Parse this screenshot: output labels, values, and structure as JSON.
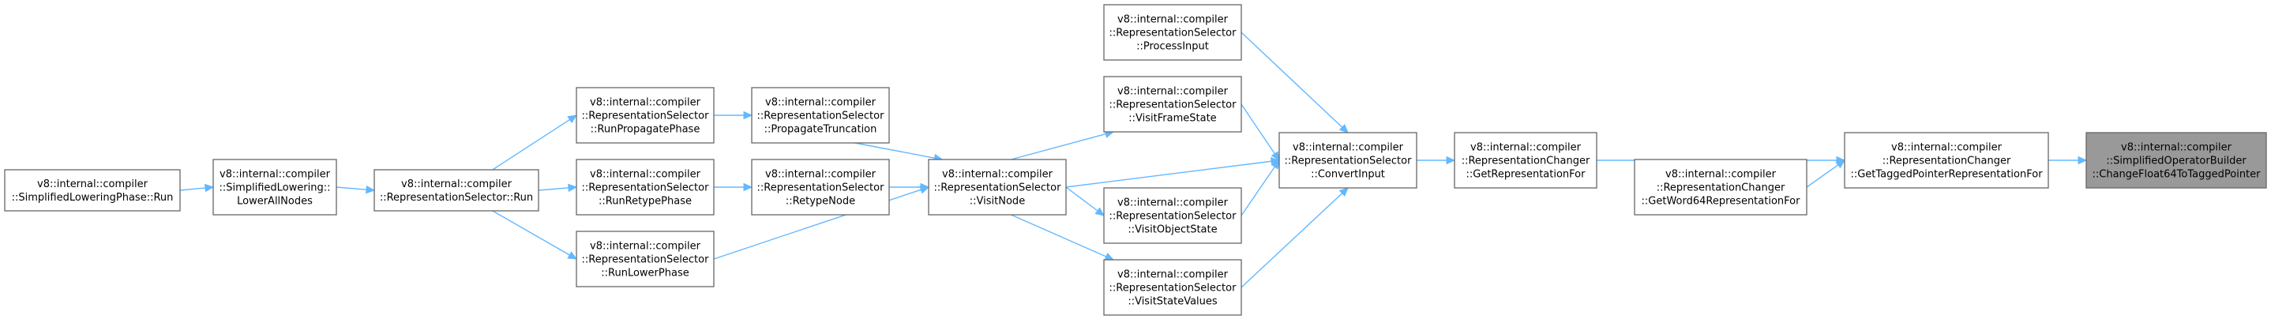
{
  "graph": {
    "type": "call-graph",
    "colors": {
      "edge": "#63b8ff",
      "node_border": "#666666",
      "node_fill": "#ffffff",
      "highlight_fill": "#999999"
    },
    "nodes": [
      {
        "id": "n0",
        "lines": [
          "v8::internal::compiler",
          "::SimplifiedLoweringPhase::Run"
        ]
      },
      {
        "id": "n1",
        "lines": [
          "v8::internal::compiler",
          "::SimplifiedLowering::",
          "LowerAllNodes"
        ]
      },
      {
        "id": "n2",
        "lines": [
          "v8::internal::compiler",
          "::RepresentationSelector::Run"
        ]
      },
      {
        "id": "n3",
        "lines": [
          "v8::internal::compiler",
          "::RepresentationSelector",
          "::RunPropagatePhase"
        ]
      },
      {
        "id": "n4",
        "lines": [
          "v8::internal::compiler",
          "::RepresentationSelector",
          "::RunRetypePhase"
        ]
      },
      {
        "id": "n5",
        "lines": [
          "v8::internal::compiler",
          "::RepresentationSelector",
          "::RunLowerPhase"
        ]
      },
      {
        "id": "n6",
        "lines": [
          "v8::internal::compiler",
          "::RepresentationSelector",
          "::PropagateTruncation"
        ]
      },
      {
        "id": "n7",
        "lines": [
          "v8::internal::compiler",
          "::RepresentationSelector",
          "::RetypeNode"
        ]
      },
      {
        "id": "n8",
        "lines": [
          "v8::internal::compiler",
          "::RepresentationSelector",
          "::VisitNode"
        ]
      },
      {
        "id": "n9",
        "lines": [
          "v8::internal::compiler",
          "::RepresentationSelector",
          "::ProcessInput"
        ]
      },
      {
        "id": "n10",
        "lines": [
          "v8::internal::compiler",
          "::RepresentationSelector",
          "::VisitFrameState"
        ]
      },
      {
        "id": "n11",
        "lines": [
          "v8::internal::compiler",
          "::RepresentationSelector",
          "::VisitObjectState"
        ]
      },
      {
        "id": "n12",
        "lines": [
          "v8::internal::compiler",
          "::RepresentationSelector",
          "::VisitStateValues"
        ]
      },
      {
        "id": "n13",
        "lines": [
          "v8::internal::compiler",
          "::RepresentationSelector",
          "::ConvertInput"
        ]
      },
      {
        "id": "n14",
        "lines": [
          "v8::internal::compiler",
          "::RepresentationChanger",
          "::GetRepresentationFor"
        ]
      },
      {
        "id": "n15",
        "lines": [
          "v8::internal::compiler",
          "::RepresentationChanger",
          "::GetWord64RepresentationFor"
        ]
      },
      {
        "id": "n16",
        "lines": [
          "v8::internal::compiler",
          "::RepresentationChanger",
          "::GetTaggedPointerRepresentationFor"
        ]
      },
      {
        "id": "n17",
        "lines": [
          "v8::internal::compiler",
          "::SimplifiedOperatorBuilder",
          "::ChangeFloat64ToTaggedPointer"
        ],
        "highlighted": true
      }
    ],
    "edges": [
      {
        "from": "n0",
        "to": "n1"
      },
      {
        "from": "n1",
        "to": "n2"
      },
      {
        "from": "n2",
        "to": "n3"
      },
      {
        "from": "n2",
        "to": "n4"
      },
      {
        "from": "n2",
        "to": "n5"
      },
      {
        "from": "n3",
        "to": "n6"
      },
      {
        "from": "n4",
        "to": "n7"
      },
      {
        "from": "n5",
        "to": "n8"
      },
      {
        "from": "n6",
        "to": "n8"
      },
      {
        "from": "n7",
        "to": "n8"
      },
      {
        "from": "n8",
        "to": "n10"
      },
      {
        "from": "n8",
        "to": "n11"
      },
      {
        "from": "n8",
        "to": "n12"
      },
      {
        "from": "n8",
        "to": "n13"
      },
      {
        "from": "n9",
        "to": "n13"
      },
      {
        "from": "n10",
        "to": "n13"
      },
      {
        "from": "n11",
        "to": "n13"
      },
      {
        "from": "n12",
        "to": "n13"
      },
      {
        "from": "n13",
        "to": "n14"
      },
      {
        "from": "n14",
        "to": "n16"
      },
      {
        "from": "n15",
        "to": "n16"
      },
      {
        "from": "n16",
        "to": "n17"
      }
    ]
  }
}
